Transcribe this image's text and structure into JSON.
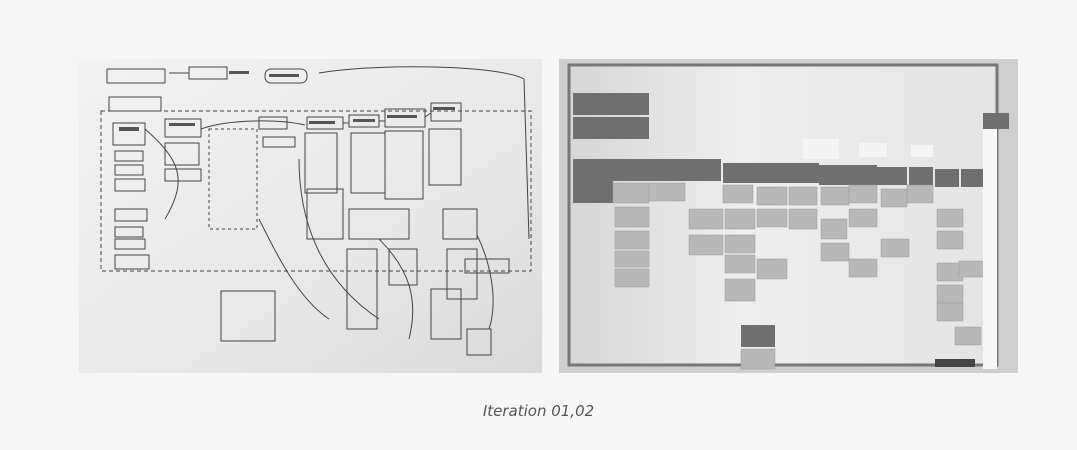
{
  "caption": "Iteration 01,02",
  "images": {
    "left": {
      "name": "whiteboard-flow-sketch"
    },
    "right": {
      "name": "whiteboard-sticky-notes"
    }
  },
  "colors": {
    "background": "#f6f6f6",
    "ink": "#333333",
    "caption": "#555555"
  }
}
